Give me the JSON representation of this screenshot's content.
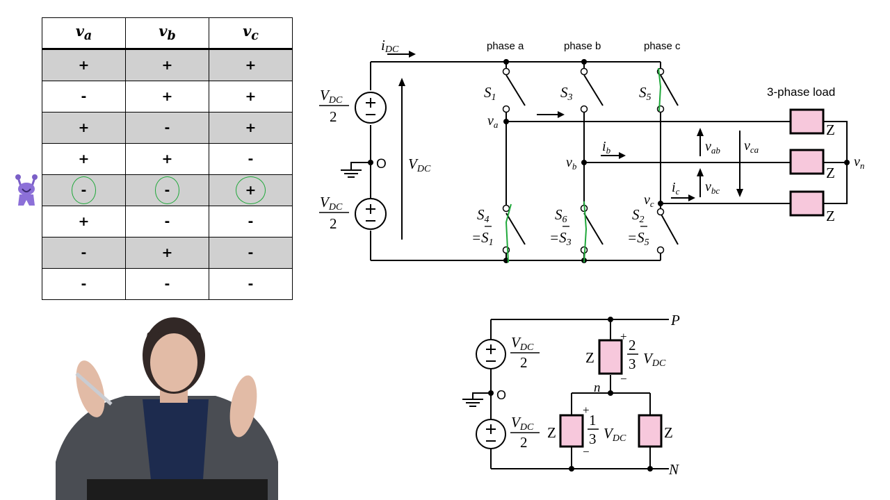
{
  "table": {
    "headers": [
      "v_a",
      "v_b",
      "v_c"
    ],
    "header_main": [
      "v",
      "v",
      "v"
    ],
    "header_sub": [
      "a",
      "b",
      "c"
    ],
    "rows": [
      [
        "+",
        "+",
        "+"
      ],
      [
        "-",
        "+",
        "+"
      ],
      [
        "+",
        "-",
        "+"
      ],
      [
        "+",
        "+",
        "-"
      ],
      [
        "-",
        "-",
        "+"
      ],
      [
        "+",
        "-",
        "-"
      ],
      [
        "-",
        "+",
        "-"
      ],
      [
        "-",
        "-",
        "-"
      ]
    ],
    "shaded_rows": [
      0,
      2,
      4,
      6
    ],
    "circled_row": 4,
    "annotation_color": "#1fa83a"
  },
  "inverter": {
    "phase_labels": [
      "phase a",
      "phase b",
      "phase c"
    ],
    "load_label": "3-phase load",
    "impedance_label": "Z",
    "source_half": {
      "num": "V",
      "num_sub": "DC",
      "den": "2"
    },
    "vdc": {
      "main": "V",
      "sub": "DC"
    },
    "idc": {
      "main": "i",
      "sub": "DC"
    },
    "ground_node": "O",
    "top_switches": [
      {
        "main": "S",
        "sub": "1"
      },
      {
        "main": "S",
        "sub": "3"
      },
      {
        "main": "S",
        "sub": "5"
      }
    ],
    "bottom_switches": [
      {
        "main": "S",
        "sub": "4",
        "eq": "=S",
        "eq_sub": "1"
      },
      {
        "main": "S",
        "sub": "6",
        "eq": "=S",
        "eq_sub": "3"
      },
      {
        "main": "S",
        "sub": "2",
        "eq": "=S",
        "eq_sub": "5"
      }
    ],
    "node_labels": [
      {
        "main": "v",
        "sub": "a"
      },
      {
        "main": "v",
        "sub": "b"
      },
      {
        "main": "v",
        "sub": "c"
      },
      {
        "main": "v",
        "sub": "n"
      }
    ],
    "currents": [
      {
        "main": "i",
        "sub": "b"
      },
      {
        "main": "i",
        "sub": "c"
      }
    ],
    "line_voltages": [
      {
        "main": "v",
        "sub": "ab"
      },
      {
        "main": "v",
        "sub": "ca"
      },
      {
        "main": "v",
        "sub": "bc"
      }
    ],
    "load_color": "#f7c8dc"
  },
  "equivalent": {
    "rail_top": "P",
    "rail_bottom": "N",
    "ground_node": "O",
    "neutral": "n",
    "impedance_label": "Z",
    "source_half": {
      "num": "V",
      "num_sub": "DC",
      "den": "2"
    },
    "upper_voltage": {
      "num": "2",
      "den": "3",
      "v": "V",
      "v_sub": "DC"
    },
    "lower_voltage": {
      "num": "1",
      "den": "3",
      "v": "V",
      "v_sub": "DC"
    },
    "plus": "+",
    "minus": "−"
  }
}
